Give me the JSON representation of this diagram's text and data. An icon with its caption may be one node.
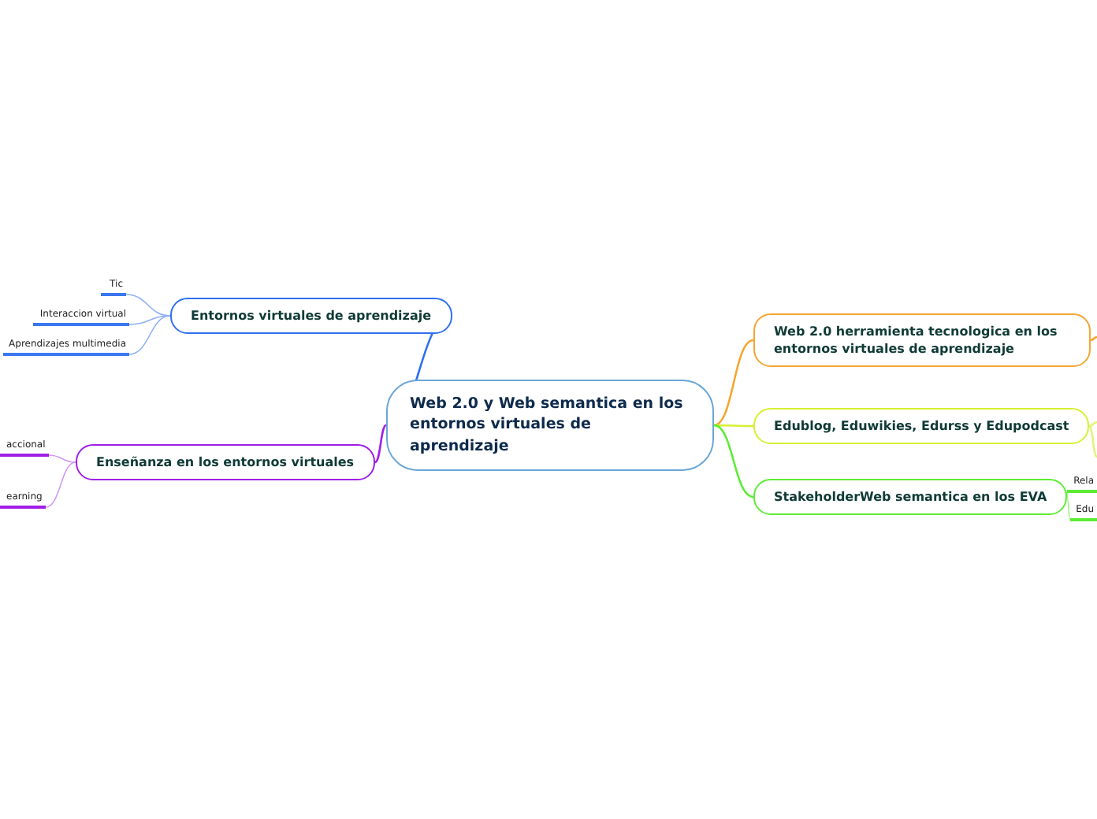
{
  "diagram": {
    "nodes": [
      {
        "text": [
          "Web 2.0 y Web semantica en los entornos virtuales de aprendizaje"
        ]
      },
      {
        "text": [
          "Entornos virtuales de aprendizaje"
        ]
      },
      {
        "text": [
          "Tic"
        ]
      },
      {
        "text": [
          "Interaccion virtual"
        ]
      },
      {
        "text": [
          "Aprendizajes multimedia"
        ]
      },
      {
        "text": [
          "Enseñanza en los entornos virtuales"
        ]
      },
      {
        "text": [
          "accional"
        ]
      },
      {
        "text": [
          "earning"
        ]
      },
      {
        "text": [
          "Web 2.0 herramienta tecnologica en los entornos virtuales de aprendizaje"
        ]
      },
      {
        "text": [
          "Edublog, Eduwikies, Edurss y Edupodcast"
        ]
      },
      {
        "text": [
          "StakeholderWeb semantica en los EVA"
        ]
      },
      {
        "text": [
          "Rela"
        ]
      },
      {
        "text": [
          "Edu"
        ]
      }
    ],
    "edges": [
      {
        "from": 0,
        "to": 1,
        "arrow": "none",
        "color": "#2f6ff0"
      },
      {
        "from": 1,
        "to": 2,
        "arrow": "none",
        "color": "#8fb0f5"
      },
      {
        "from": 1,
        "to": 3,
        "arrow": "none",
        "color": "#8fb0f5"
      },
      {
        "from": 1,
        "to": 4,
        "arrow": "none",
        "color": "#8fb0f5"
      },
      {
        "from": 0,
        "to": 5,
        "arrow": "none",
        "color": "#a01ee8"
      },
      {
        "from": 5,
        "to": 6,
        "arrow": "none",
        "color": "#cf9af0"
      },
      {
        "from": 5,
        "to": 7,
        "arrow": "none",
        "color": "#cf9af0"
      },
      {
        "from": 0,
        "to": 8,
        "arrow": "none",
        "color": "#f5a530"
      },
      {
        "from": 8,
        "to": null,
        "arrow": "none",
        "color": "#f5a530"
      },
      {
        "from": 0,
        "to": 9,
        "arrow": "none",
        "color": "#d6f030"
      },
      {
        "from": 9,
        "to": null,
        "arrow": "none",
        "color": "#e2f47a"
      },
      {
        "from": 9,
        "to": null,
        "arrow": "none",
        "color": "#e2f47a"
      },
      {
        "from": 0,
        "to": 10,
        "arrow": "none",
        "color": "#5cec34"
      },
      {
        "from": 10,
        "to": 11,
        "arrow": "none",
        "color": "#9cf27e"
      },
      {
        "from": 10,
        "to": 12,
        "arrow": "none",
        "color": "#9cf27e"
      }
    ]
  }
}
